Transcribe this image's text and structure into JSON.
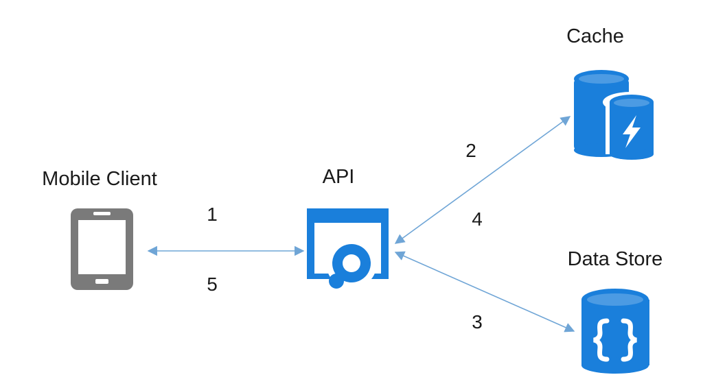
{
  "nodes": {
    "mobile_client": {
      "label": "Mobile Client",
      "icon": "mobile-phone-icon"
    },
    "api": {
      "label": "API",
      "icon": "api-app-icon"
    },
    "cache": {
      "label": "Cache",
      "icon": "cache-database-icon"
    },
    "data_store": {
      "label": "Data Store",
      "icon": "data-store-database-icon"
    }
  },
  "steps": {
    "s1": "1",
    "s2": "2",
    "s3": "3",
    "s4": "4",
    "s5": "5"
  },
  "colors": {
    "icon_blue": "#1a7fdb",
    "phone_gray": "#7a7a7a",
    "arrow": "#6fa5d6",
    "text": "#1a1a1a"
  }
}
